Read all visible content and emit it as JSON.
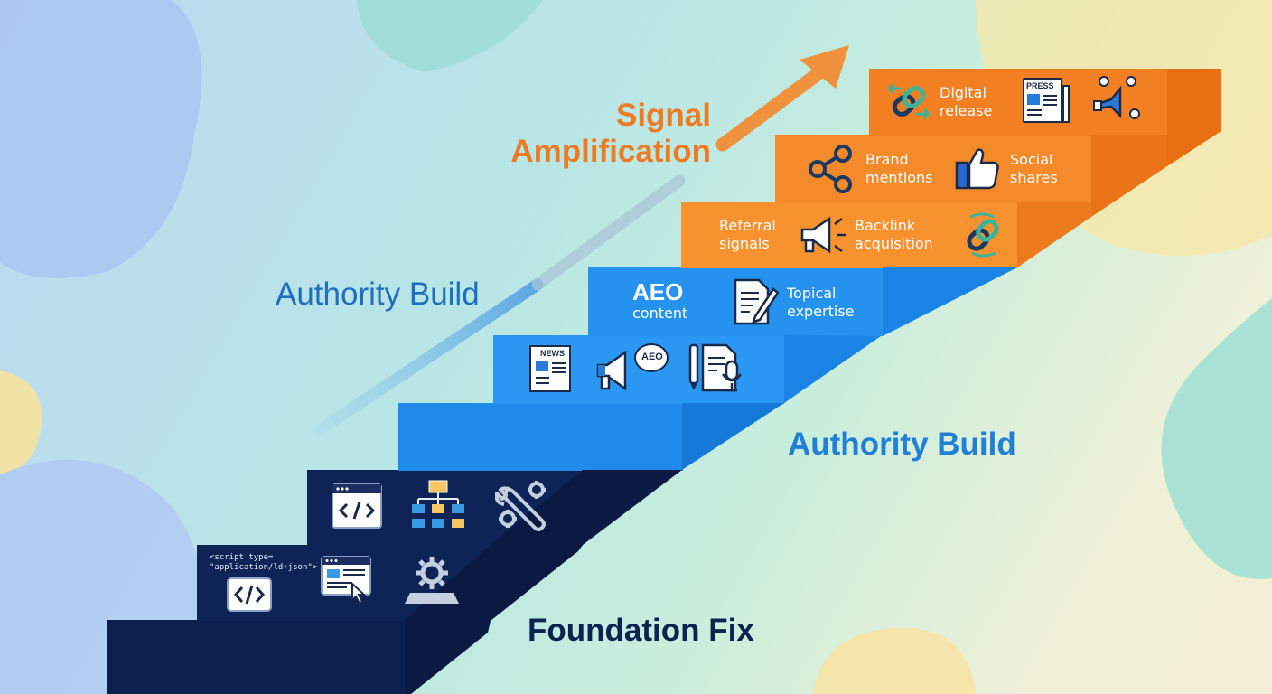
{
  "phases": {
    "amplification": "Signal\nAmplification",
    "authority_upper": "Authority Build",
    "authority_lower": "Authority Build",
    "foundation": "Foundation Fix"
  },
  "amplification_steps": {
    "top": {
      "item1": "Digital\nrelease",
      "press_badge": "PRESS"
    },
    "middle": {
      "item1": "Brand\nmentions",
      "item2": "Social\nshares"
    },
    "bottom": {
      "item1": "Referral\nsignals",
      "item2": "Backlink\nacquisition"
    }
  },
  "authority_steps": {
    "upper": {
      "aeo_title": "AEO",
      "aeo_sub": "content",
      "item2": "Topical\nexpertise"
    },
    "lower": {
      "news_badge": "NEWS",
      "aeo_bubble": "AEO"
    }
  },
  "foundation_steps": {
    "code_snippet": "<script type=\n\"application/ld+json\">"
  },
  "colors": {
    "orange": "#f07f1f",
    "orange_light": "#f8923a",
    "blue": "#1c86e8",
    "blue_light": "#2796f2",
    "navy": "#0d2150",
    "navy_dark": "#0a1a40",
    "phase_orange": "#ee7a22",
    "phase_blue": "#1f77c8",
    "phase_navy": "#0c2352"
  },
  "icons": [
    "link-arrows-icon",
    "press-newspaper-icon",
    "megaphone-people-icon",
    "share-icon",
    "thumbs-up-icon",
    "megaphone-icon",
    "link-refresh-icon",
    "document-pen-icon",
    "news-icon",
    "megaphone-aeo-icon",
    "document-mic-icon",
    "code-window-icon",
    "sitemap-icon",
    "wrench-gear-icon",
    "code-brackets-icon",
    "browser-click-icon",
    "gear-platform-icon"
  ]
}
